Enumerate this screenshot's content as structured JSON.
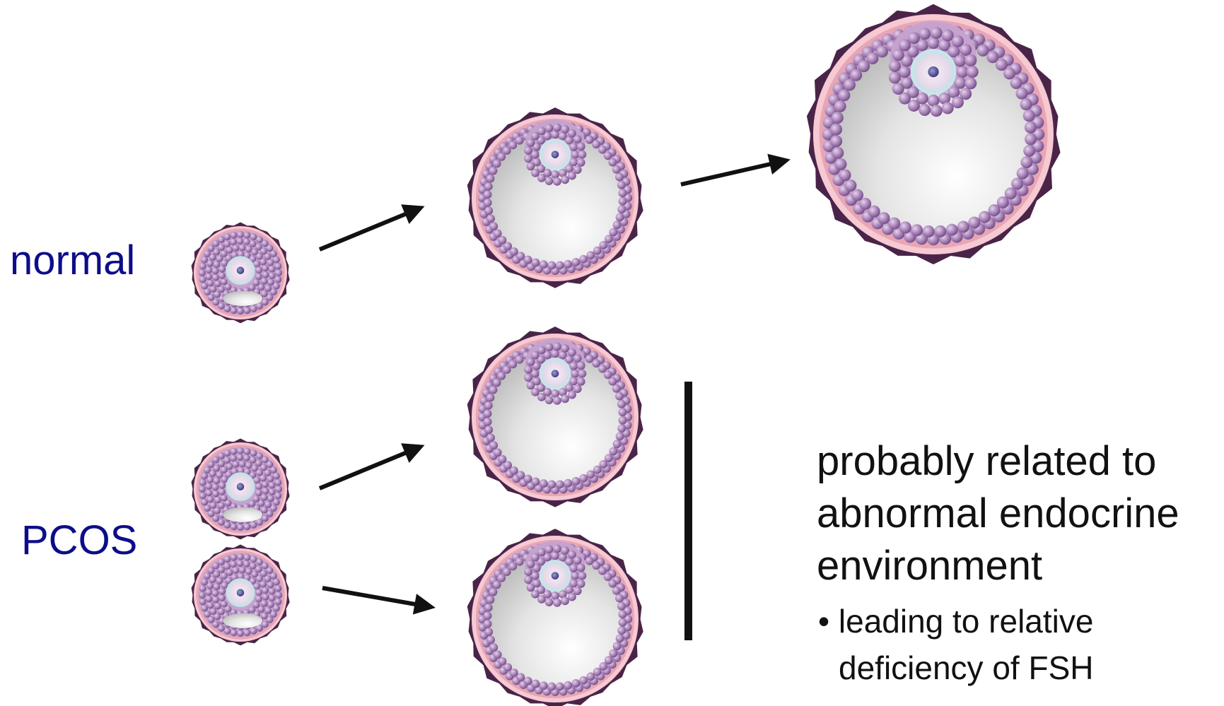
{
  "labels": {
    "normal": "normal",
    "pcos": "PCOS"
  },
  "note": {
    "lines": [
      "probably related to",
      "abnormal endocrine",
      "environment"
    ],
    "bullet_lines": [
      "• leading to relative",
      "deficiency of FSH"
    ]
  },
  "colors": {
    "label_blue": "#0d0d8a",
    "granulosa_cell": "#a57fb5",
    "theca_pink": "#e8a6b4",
    "theca_outer": "#4a2448",
    "antrum_gray": "#d6d6d6",
    "oocyte_zona": "#c9e6ea",
    "nucleus": "#4a4a8c",
    "arrow": "#111111"
  },
  "icons": {
    "follicle": "follicle-illustration",
    "arrow": "arrow-right-icon",
    "divider": "vertical-bar"
  }
}
